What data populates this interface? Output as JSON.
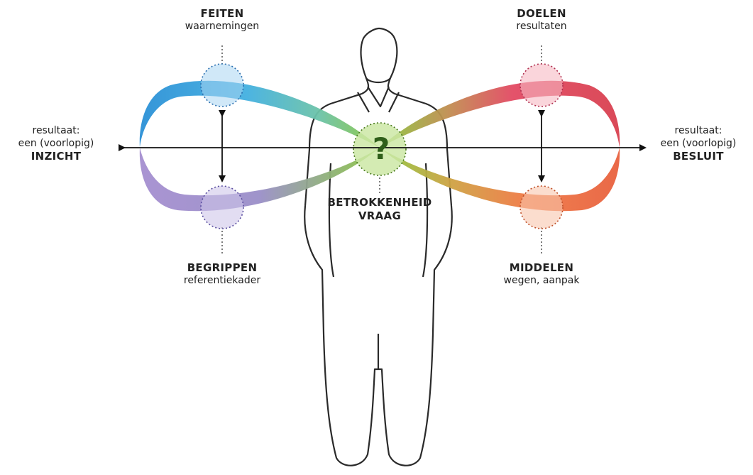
{
  "diagram": {
    "colors": {
      "feiten": "#3aa0dc",
      "begrippen": "#9a8fc8",
      "doelen": "#e0445a",
      "middelen": "#ee7a45",
      "center": "#7cba3a",
      "outline": "#333333"
    },
    "center": {
      "symbol": "?",
      "title": "BETROKKENHEID",
      "subtitle": "VRAAG"
    },
    "top_left": {
      "title": "FEITEN",
      "subtitle": "waarnemingen"
    },
    "bottom_left": {
      "title": "BEGRIPPEN",
      "subtitle": "referentiekader"
    },
    "top_right": {
      "title": "DOELEN",
      "subtitle": "resultaten"
    },
    "bottom_right": {
      "title": "MIDDELEN",
      "subtitle": "wegen, aanpak"
    },
    "left_end": {
      "line1": "resultaat:",
      "line2": "een (voorlopig)",
      "title": "INZICHT"
    },
    "right_end": {
      "line1": "resultaat:",
      "line2": "een (voorlopig)",
      "title": "BESLUIT"
    }
  }
}
